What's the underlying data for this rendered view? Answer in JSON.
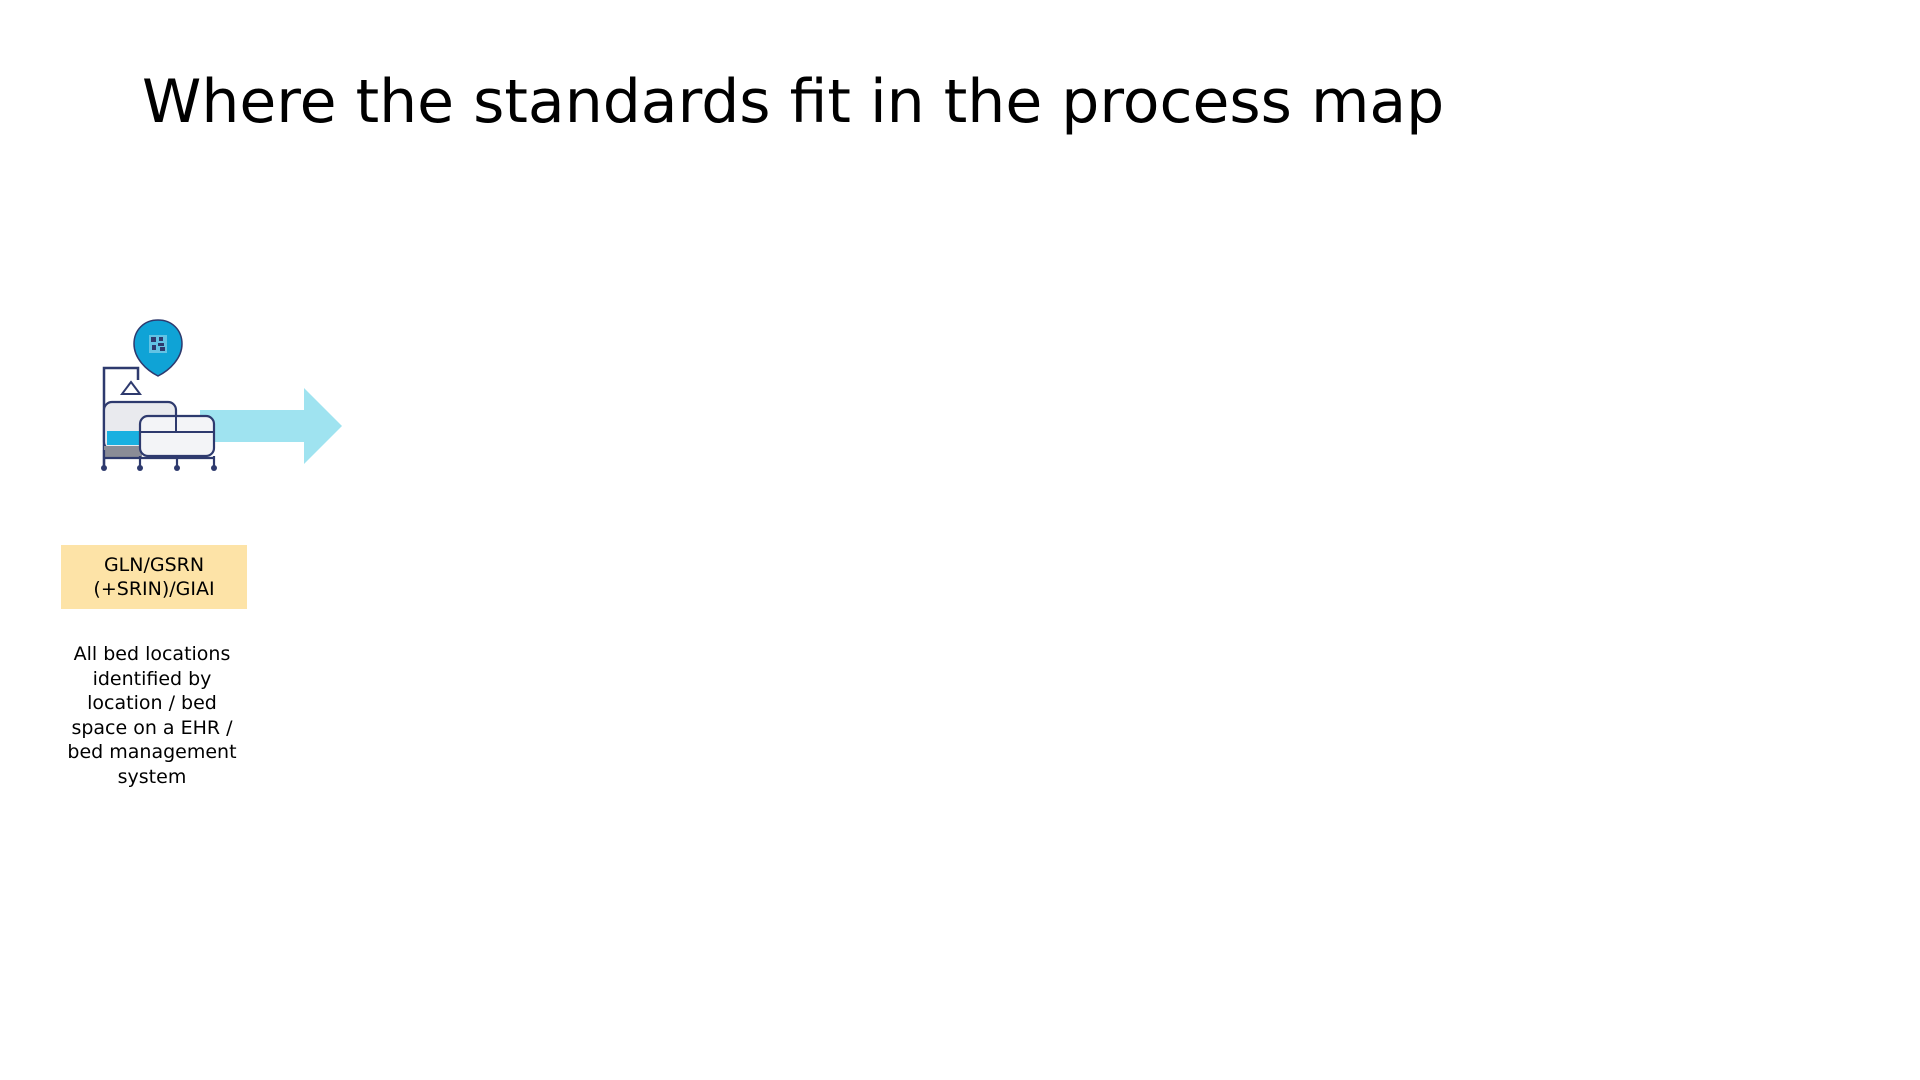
{
  "slide": {
    "title": "Where the standards fit in the process map"
  },
  "step": {
    "icon": "hospital-bed-location-pin-icon",
    "standard_label_lines": [
      "GLN/GSRN",
      "(+SRIN)/GIAI"
    ],
    "description_lines": [
      "All bed locations",
      "identified by",
      "location / bed",
      "space on a EHR /",
      "bed management",
      "system"
    ]
  },
  "colors": {
    "arrow": "#9fe3f0",
    "badge_background": "#fde3a7",
    "pin": "#0fa3d6",
    "bed_outline": "#2e3a6e",
    "mattress_accent": "#1ab0e0"
  }
}
